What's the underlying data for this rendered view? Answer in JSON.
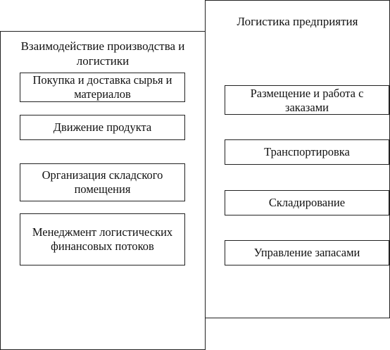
{
  "enterprise_logistics": {
    "title": "Логистика предприятия",
    "items": [
      "Размещение и работа с заказами",
      "Транспортировка",
      "Складирование",
      "Управление запасами"
    ]
  },
  "interaction": {
    "title": "Взаимодействие производства и логистики",
    "items": [
      "Покупка и доставка сырья и материалов",
      "Движение продукта",
      "Организация складского помещения",
      "Менеджмент логистических финансовых потоков"
    ]
  }
}
